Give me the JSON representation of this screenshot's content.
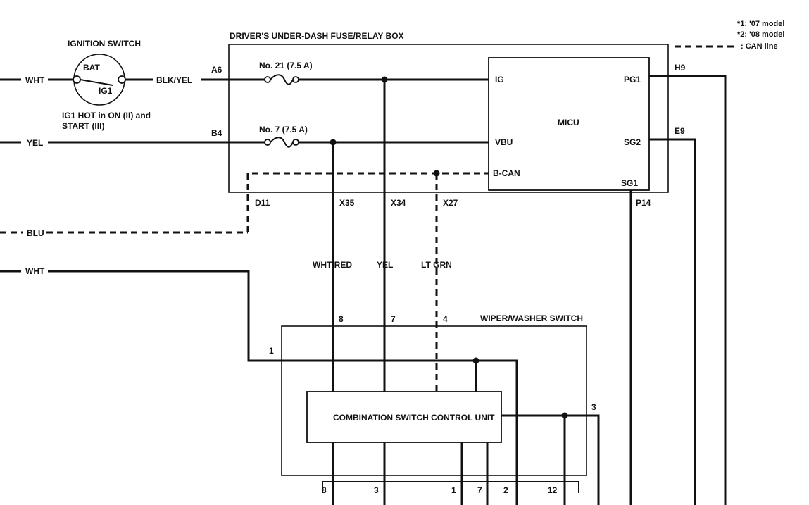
{
  "legend": {
    "note1": "*1: '07 model",
    "note2": "*2: '08 model",
    "can_line": ": CAN line"
  },
  "ignition_switch": {
    "title": "IGNITION SWITCH",
    "bat": "BAT",
    "ig1": "IG1",
    "note_line1": "IG1 HOT in ON (II) and",
    "note_line2": "START (III)"
  },
  "fuse_box": {
    "title": "DRIVER'S UNDER-DASH FUSE/RELAY BOX",
    "fuse21": "No. 21 (7.5 A)",
    "fuse7": "No. 7 (7.5 A)",
    "term_a6": "A6",
    "term_b4": "B4",
    "term_d11": "D11",
    "term_x35": "X35",
    "term_x34": "X34",
    "term_x27": "X27",
    "term_p14": "P14",
    "term_h9": "H9",
    "term_e9": "E9"
  },
  "micu": {
    "title": "MICU",
    "ig": "IG",
    "vbu": "VBU",
    "bcan": "B-CAN",
    "pg1": "PG1",
    "sg2": "SG2",
    "sg1": "SG1"
  },
  "wires": {
    "wht_top": "WHT",
    "blk_yel": "BLK/YEL",
    "yel_left": "YEL",
    "blu": "BLU",
    "wht_left": "WHT",
    "wht_red": "WHT/RED",
    "yel_mid": "YEL",
    "lt_grn": "LT GRN"
  },
  "wiper_switch": {
    "title": "WIPER/WASHER SWITCH",
    "control_unit": "COMBINATION SWITCH CONTROL UNIT",
    "pin_8_top": "8",
    "pin_7_top": "7",
    "pin_4_top": "4",
    "pin_1": "1",
    "pin_3_right": "3",
    "pin_8_bot": "8",
    "pin_3_bot": "3",
    "pin_1_bot": "1",
    "pin_7_bot": "7",
    "pin_2_bot": "2",
    "pin_12_bot": "12"
  }
}
